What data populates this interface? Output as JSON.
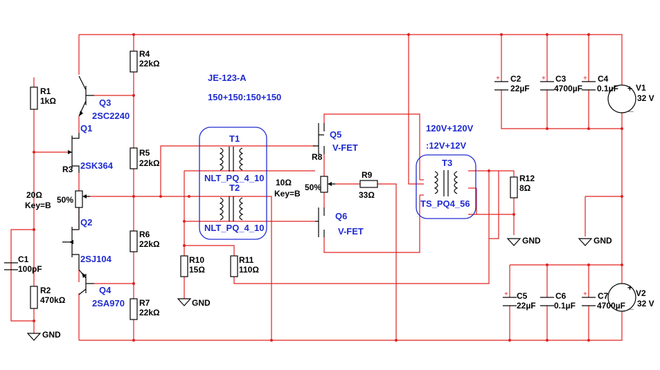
{
  "annotations": {
    "title": "JE-123-A",
    "ratio": "150+150:150+150",
    "t3_ratio_line1": "120V+120V",
    "t3_ratio_line2": ":12V+12V"
  },
  "transistors": {
    "q3_ref": "Q3",
    "q3_part": "2SC2240",
    "q1_ref": "Q1",
    "q1_part": "2SK364",
    "q2_ref": "Q2",
    "q2_part": "2SJ104",
    "q4_ref": "Q4",
    "q4_part": "2SA970",
    "q5_ref": "Q5",
    "q5_part": "V-FET",
    "q6_ref": "Q6",
    "q6_part": "V-FET"
  },
  "resistors": {
    "r1_ref": "R1",
    "r1_val": "1kΩ",
    "r2_ref": "R2",
    "r2_val": "470kΩ",
    "r3_ref": "R3",
    "r3_val": "20Ω",
    "r3_key": "Key=B",
    "r3_pct": "50%",
    "r4_ref": "R4",
    "r4_val": "22kΩ",
    "r5_ref": "R5",
    "r5_val": "22kΩ",
    "r6_ref": "R6",
    "r6_val": "22kΩ",
    "r7_ref": "R7",
    "r7_val": "22kΩ",
    "r8_ref": "R8",
    "r8_val": "10Ω",
    "r8_key": "Key=B",
    "r8_pct": "50%",
    "r9_ref": "R9",
    "r9_val": "33Ω",
    "r10_ref": "R10",
    "r10_val": "15Ω",
    "r11_ref": "R11",
    "r11_val": "110Ω",
    "r12_ref": "R12",
    "r12_val": "8Ω"
  },
  "capacitors": {
    "c1_ref": "C1",
    "c1_val": "100pF",
    "c2_ref": "C2",
    "c2_val": "22µF",
    "c3_ref": "C3",
    "c3_val": "4700µF",
    "c4_ref": "C4",
    "c4_val": "0.1µF",
    "c5_ref": "C5",
    "c5_val": "22µF",
    "c6_ref": "C6",
    "c6_val": "0.1µF",
    "c7_ref": "C7",
    "c7_val": "4700µF"
  },
  "transformers": {
    "t1_ref": "T1",
    "t1_model": "NLT_PQ_4_10",
    "t2_ref": "T2",
    "t2_model": "NLT_PQ_4_10",
    "t3_ref": "T3",
    "t3_model": "TS_PQ4_56"
  },
  "sources": {
    "v1_ref": "V1",
    "v1_val": "32 V",
    "v2_ref": "V2",
    "v2_val": "32 V"
  },
  "grounds": {
    "gnd_label": "GND"
  },
  "colors": {
    "wire": "#e0201e",
    "component": "#000000",
    "annotation": "#1f2bd0"
  }
}
